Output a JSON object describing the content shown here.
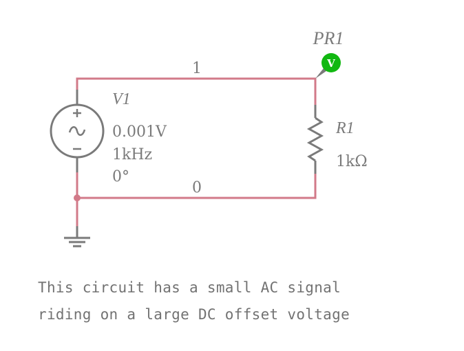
{
  "colors": {
    "wire": "#d27a89",
    "component": "#7a7a7a",
    "probe": "#11b811",
    "probe_text": "#ffffff",
    "text": "#727272"
  },
  "nets": {
    "top_label": "1",
    "bottom_label": "0"
  },
  "source": {
    "name": "V1",
    "amplitude": "0.001V",
    "frequency": "1kHz",
    "phase": "0°",
    "plus_symbol": "+",
    "minus_symbol": "−",
    "wave_symbol": "~"
  },
  "resistor": {
    "name": "R1",
    "value": "1kΩ"
  },
  "probe": {
    "name": "PR1",
    "letter": "V"
  },
  "description": {
    "line1": "This circuit has a small AC signal",
    "line2": "riding on a large DC offset voltage"
  }
}
